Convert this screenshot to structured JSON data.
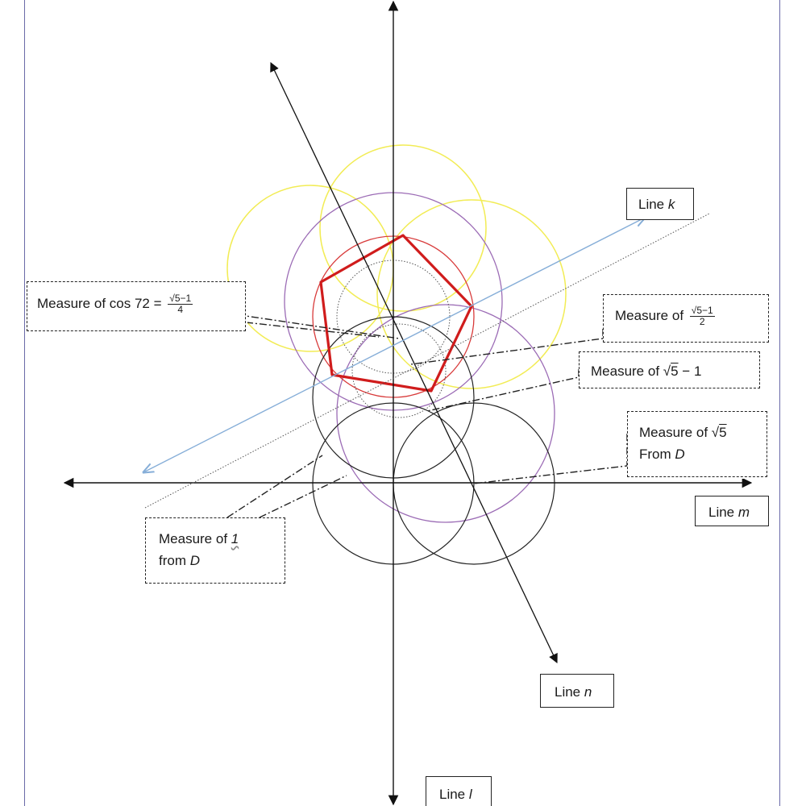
{
  "labels": {
    "line_k": {
      "prefix": "Line ",
      "var": "k"
    },
    "line_m": {
      "prefix": "Line ",
      "var": "m"
    },
    "line_n": {
      "prefix": "Line ",
      "var": "n"
    },
    "line_l": {
      "prefix": "Line ",
      "var": "l"
    },
    "cos72": {
      "text": "Measure of cos 72 = ",
      "num": "√5−1",
      "den": "4"
    },
    "half_golden": {
      "text": "Measure of ",
      "num": "√5−1",
      "den": "2"
    },
    "sqrt5_minus_1": {
      "text": "Measure of ",
      "radical": "√",
      "radicand": "5",
      "tail": " − 1"
    },
    "sqrt5_from_d": {
      "line1": "Measure of ",
      "radical": "√",
      "radicand": "5",
      "line2_prefix": "From ",
      "point": "D"
    },
    "one_from_d": {
      "line1": "Measure of ",
      "one": "1",
      "line2_prefix": "from ",
      "point": "D"
    }
  },
  "colors": {
    "axis": "#111111",
    "pentagon": "#d01c1c",
    "yellow_circle": "#f2ec55",
    "purple_circle": "#9b6bb5",
    "red_circle": "#d83a3a",
    "black_circle": "#222222",
    "line_k": "#86aed8",
    "dotted": "#555555"
  }
}
